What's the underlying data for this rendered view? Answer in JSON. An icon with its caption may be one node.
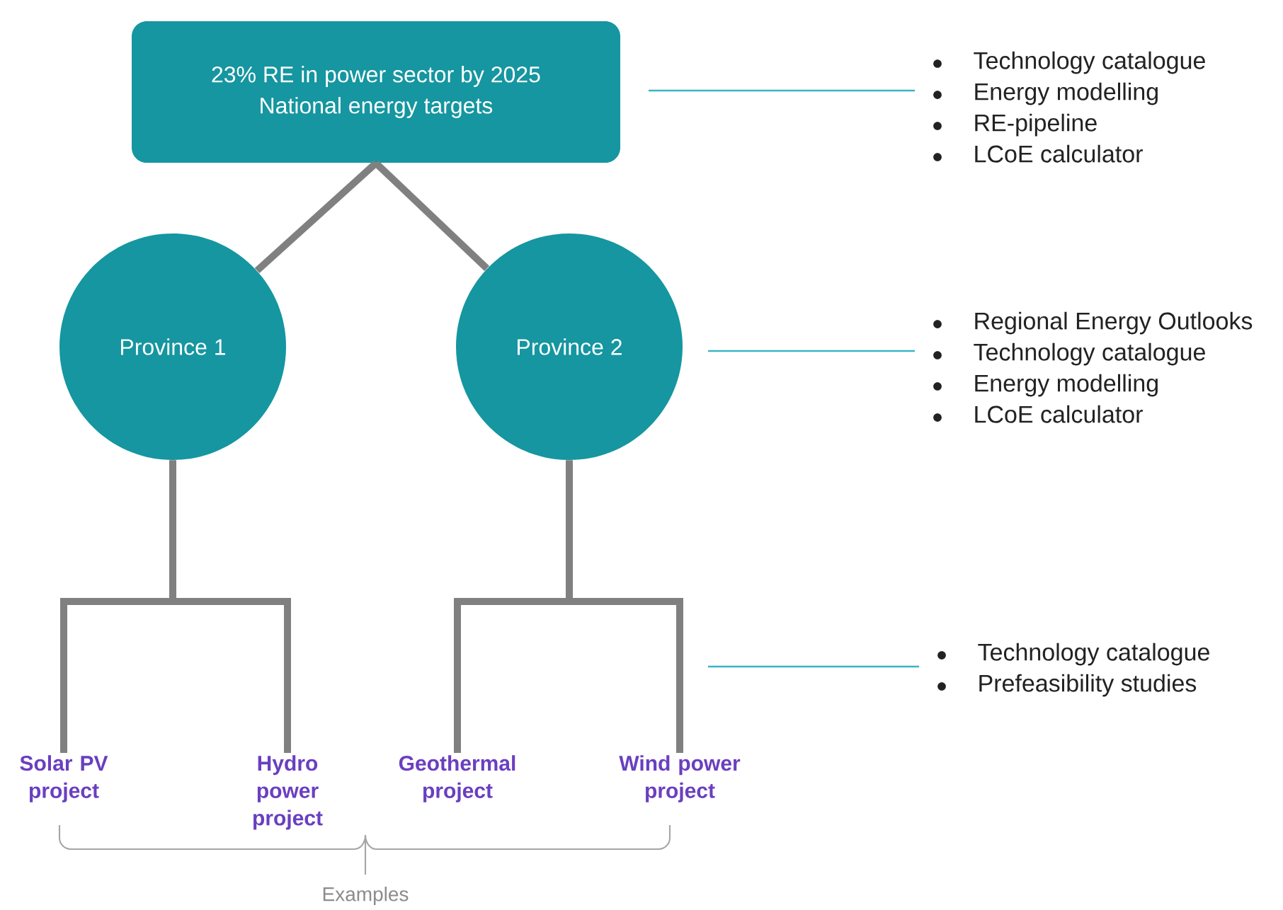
{
  "diagram": {
    "nodes": [
      {
        "text": [
          "23% RE in power sector by 2025",
          "National energy targets"
        ]
      },
      {
        "text": [
          "Province 1"
        ]
      },
      {
        "text": [
          "Province 2"
        ]
      },
      {
        "text": [
          "Solar PV project"
        ]
      },
      {
        "text": [
          "Hydro power project"
        ]
      },
      {
        "text": [
          "Geothermal project"
        ]
      },
      {
        "text": [
          "Wind power project"
        ]
      },
      {
        "text": [
          "Technology catalogue",
          "Energy modelling",
          "RE-pipeline",
          "LCoE calculator"
        ]
      },
      {
        "text": [
          "Regional Energy Outlooks",
          "Technology catalogue",
          "Energy modelling",
          "LCoE calculator"
        ]
      },
      {
        "text": [
          "Technology catalogue",
          "Prefeasibility studies"
        ]
      }
    ],
    "edges": [
      {
        "from": 0,
        "to": 1,
        "arrow": "none"
      },
      {
        "from": 0,
        "to": 2,
        "arrow": "none"
      },
      {
        "from": 1,
        "to": 3,
        "arrow": "none"
      },
      {
        "from": 1,
        "to": 4,
        "arrow": "none"
      },
      {
        "from": 2,
        "to": 5,
        "arrow": "none"
      },
      {
        "from": 2,
        "to": 6,
        "arrow": "none"
      },
      {
        "from": null,
        "to": 7,
        "arrow": "none",
        "color": "#3ab5c5"
      },
      {
        "from": null,
        "to": 8,
        "arrow": "none",
        "color": "#3ab5c5"
      },
      {
        "from": null,
        "to": 9,
        "arrow": "none",
        "color": "#3ab5c5"
      }
    ],
    "labels": [
      "Examples"
    ]
  }
}
